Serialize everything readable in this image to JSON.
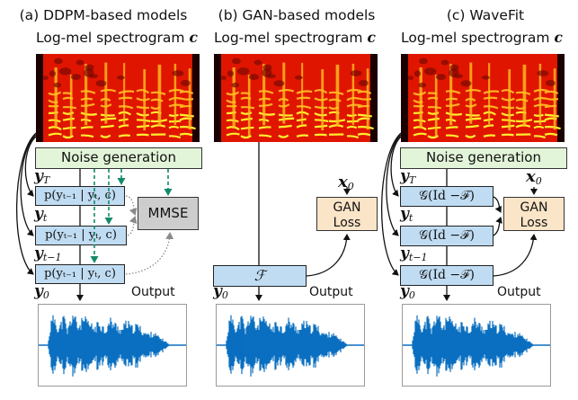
{
  "panels": [
    {
      "title": "(a) DDPM-based models",
      "subtitle": "Log-mel spectrogram",
      "cond_symbol": "c",
      "noise_label": "Noise generation",
      "labels": {
        "yT": "y",
        "yT_sub": "T",
        "yt": "y",
        "yt_sub": "t",
        "yt1": "y",
        "yt1_sub": "t−1",
        "y0": "y",
        "y0_sub": "0"
      },
      "blocks": [
        "p(yₜ₋₁ | yₜ, c)",
        "p(yₜ₋₁ | yₜ, c)",
        "p(yₜ₋₁ | yₜ, c)"
      ],
      "loss_label": "MMSE",
      "output_label": "Output"
    },
    {
      "title": "(b) GAN-based models",
      "subtitle": "Log-mel spectrogram",
      "cond_symbol": "c",
      "block": "ℱ",
      "target": "x",
      "target_sub": "0",
      "loss_label_1": "GAN",
      "loss_label_2": "Loss",
      "labels": {
        "y0": "y",
        "y0_sub": "0"
      },
      "output_label": "Output"
    },
    {
      "title": "(c) WaveFit",
      "subtitle": "Log-mel spectrogram",
      "cond_symbol": "c",
      "noise_label": "Noise generation",
      "labels": {
        "yT": "y",
        "yT_sub": "T",
        "yt": "y",
        "yt_sub": "t",
        "yt1": "y",
        "yt1_sub": "t−1",
        "y0": "y",
        "y0_sub": "0"
      },
      "blocks": [
        "𝒢(Id −ℱ)",
        "𝒢(Id −ℱ)",
        "𝒢(Id −ℱ)"
      ],
      "target": "x",
      "target_sub": "0",
      "loss_label_1": "GAN",
      "loss_label_2": "Loss",
      "output_label": "Output"
    }
  ],
  "colors": {
    "noise_box": "#e2f5d9",
    "block": "#c0dcf2",
    "mmse_box": "#cdcdcd",
    "gan_box": "#fbe5c8",
    "waveform": "#0a6fc0",
    "dashed_green": "#138a6a",
    "dotted_gray": "#8a8a8a"
  }
}
